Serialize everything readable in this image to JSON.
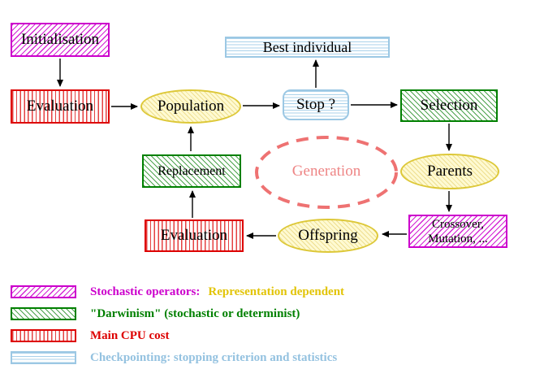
{
  "diagram": {
    "background": "#ffffff",
    "nodes": {
      "initialisation": {
        "label": "Initialisation",
        "style": "magenta-diagonal-hatch"
      },
      "evaluation_top": {
        "label": "Evaluation",
        "style": "red-vertical-stripes"
      },
      "population": {
        "label": "Population",
        "style": "yellow-hatched-ellipse"
      },
      "best_individual": {
        "label": "Best individual",
        "style": "cyan-horizontal-stripes"
      },
      "stop": {
        "label": "Stop ?",
        "style": "cyan-horizontal-stripes-rounded"
      },
      "selection": {
        "label": "Selection",
        "style": "green-diagonal-hatch"
      },
      "parents": {
        "label": "Parents",
        "style": "yellow-hatched-ellipse"
      },
      "crossover_mutation": {
        "line1": "Crossover,",
        "line2": "Mutation, ...",
        "style": "magenta-diagonal-hatch"
      },
      "offspring": {
        "label": "Offspring",
        "style": "yellow-hatched-ellipse"
      },
      "evaluation_bottom": {
        "label": "Evaluation",
        "style": "red-vertical-stripes"
      },
      "replacement": {
        "label": "Replacement",
        "style": "green-diagonal-hatch"
      },
      "generation": {
        "label": "Generation",
        "style": "salmon-dashed-ellipse"
      }
    },
    "connections": [
      {
        "from": "Initialisation",
        "to": "Evaluation"
      },
      {
        "from": "Evaluation",
        "to": "Population"
      },
      {
        "from": "Population",
        "to": "Stop ?"
      },
      {
        "from": "Stop ?",
        "to": "Best individual"
      },
      {
        "from": "Stop ?",
        "to": "Selection"
      },
      {
        "from": "Selection",
        "to": "Parents"
      },
      {
        "from": "Parents",
        "to": "Crossover, Mutation, ..."
      },
      {
        "from": "Crossover, Mutation, ...",
        "to": "Offspring"
      },
      {
        "from": "Offspring",
        "to": "Evaluation (bottom)"
      },
      {
        "from": "Evaluation (bottom)",
        "to": "Replacement"
      },
      {
        "from": "Replacement",
        "to": "Population"
      }
    ],
    "legend": {
      "rows": [
        {
          "swatch": "magenta-diagonal-hatch",
          "part1": {
            "text": "Stochastic operators:",
            "color": "#cc00cc"
          },
          "part2": {
            "text": "Representation dependent",
            "color": "#e2c407"
          }
        },
        {
          "swatch": "green-diagonal-hatch",
          "part1": {
            "text": "\"Darwinism\" (stochastic or determinist)",
            "color": "#008000"
          }
        },
        {
          "swatch": "red-vertical-stripes",
          "part1": {
            "text": "Main CPU cost",
            "color": "#dd0000"
          }
        },
        {
          "swatch": "cyan-horizontal-stripes",
          "part1": {
            "text": "Checkpointing: stopping criterion and statistics",
            "color": "#94c2e0"
          }
        }
      ]
    },
    "colors": {
      "magenta": "#cc00cc",
      "red": "#dd0000",
      "green": "#008000",
      "light_blue": "#9cc8e4",
      "yellow_border": "#ddc838",
      "yellow_fill": "#fefad2",
      "gold_text": "#e2c407",
      "salmon": "#ee7272",
      "salmon_text": "#ee8585",
      "arrow": "#000000"
    }
  }
}
